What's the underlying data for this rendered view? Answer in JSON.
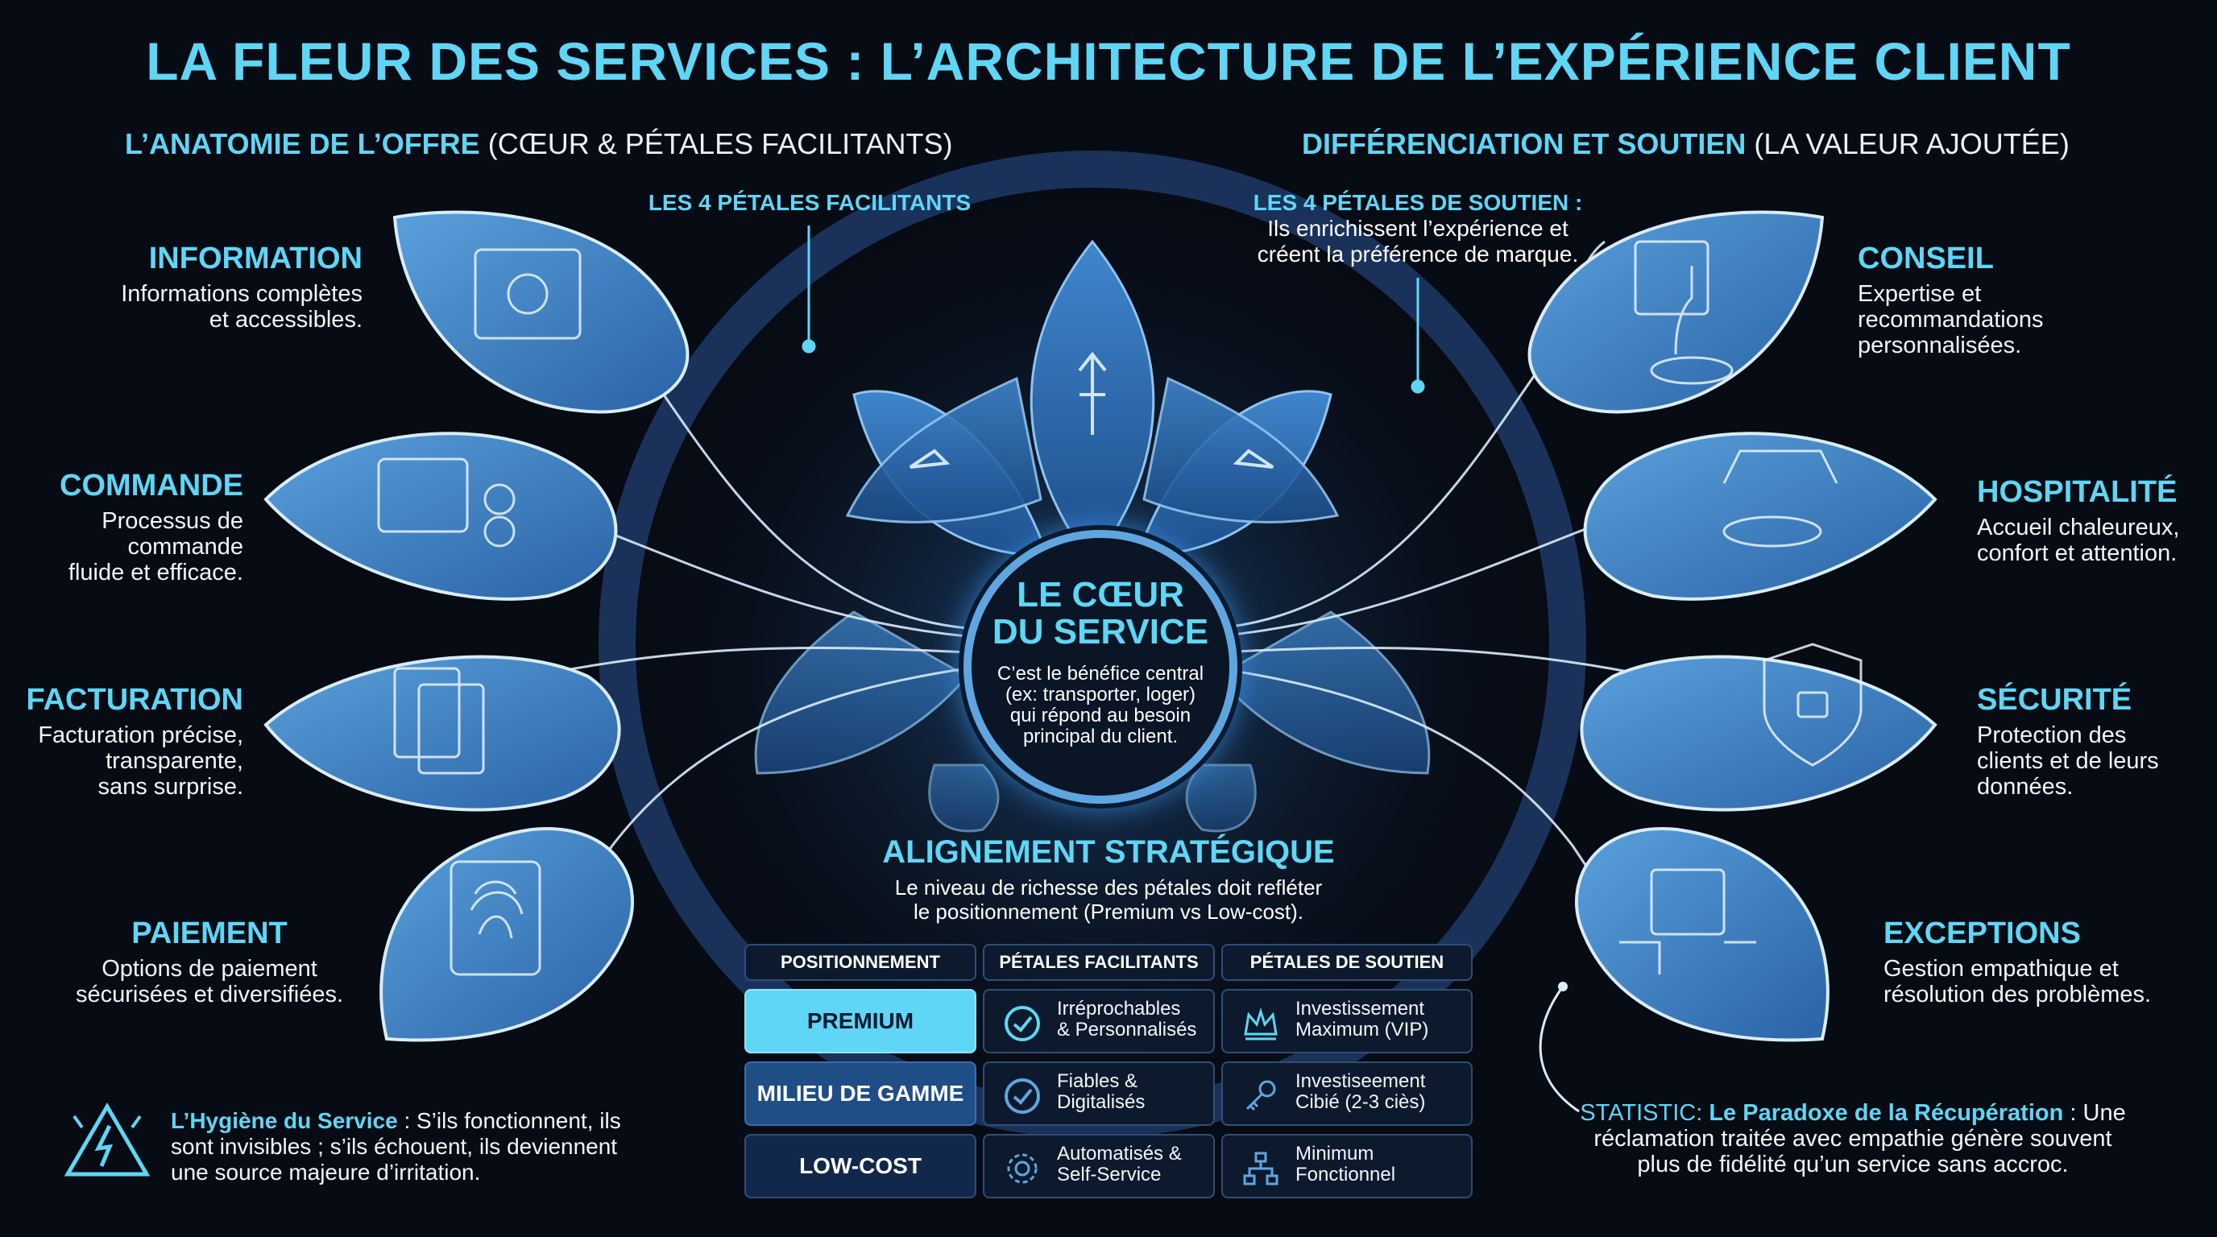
{
  "header": {
    "title": "LA FLEUR DES SERVICES : L’ARCHITECTURE DE L’EXPÉRIENCE CLIENT",
    "left_heading_bold": "L’ANATOMIE DE L’OFFRE",
    "left_heading_rest": "(CŒUR & PÉTALES FACILITANTS)",
    "right_heading_bold": "DIFFÉRENCIATION ET SOUTIEN",
    "right_heading_rest": "(LA VALEUR AJOUTÉE)"
  },
  "callouts": {
    "facilitating": "LES 4 PÉTALES FACILITANTS",
    "support_title": "LES 4 PÉTALES DE SOUTIEN :",
    "support_line1": "Ils enrichissent l’expérience et",
    "support_line2": "créent la préférence de marque."
  },
  "left_petals": [
    {
      "title": "INFORMATION",
      "line1": "Informations complètes",
      "line2": "et accessibles.",
      "line3": "",
      "icon": "information-dashboard-icon"
    },
    {
      "title": "COMMANDE",
      "line1": "Processus de",
      "line2": "commande",
      "line3": "fluide et efficace.",
      "icon": "order-shop-icon"
    },
    {
      "title": "FACTURATION",
      "line1": "Facturation précise,",
      "line2": "transparente,",
      "line3": "sans surprise.",
      "icon": "invoice-documents-icon"
    },
    {
      "title": "PAIEMENT",
      "line1": "Options de paiement",
      "line2": "sécurisées et diversifiées.",
      "line3": "",
      "icon": "fingerprint-wallet-icon"
    }
  ],
  "right_petals": [
    {
      "title": "CONSEIL",
      "line1": "Expertise et",
      "line2": "recommandations",
      "line3": "personnalisées.",
      "icon": "advisor-hologram-icon"
    },
    {
      "title": "HOSPITALITÉ",
      "line1": "Accueil chaleureux,",
      "line2": "confort et attention.",
      "line3": "",
      "icon": "lounge-hearts-icon"
    },
    {
      "title": "SÉCURITÉ",
      "line1": "Protection des",
      "line2": "clients et de leurs",
      "line3": "données.",
      "icon": "shield-lock-icon"
    },
    {
      "title": "EXCEPTIONS",
      "line1": "Gestion empathique et",
      "line2": "résolution des problèmes.",
      "line3": "",
      "icon": "network-resolution-icon"
    }
  ],
  "heart": {
    "title1": "LE CŒUR",
    "title2": "DU SERVICE",
    "line1": "C’est le bénéfice central",
    "line2": "(ex: transporter, loger)",
    "line3": "qui répond au besoin",
    "line4": "principal du client."
  },
  "alignment": {
    "title": "ALIGNEMENT STRATÉGIQUE",
    "line1": "Le niveau de richesse des pétales doit refléter",
    "line2": "le positionnement (Premium vs Low-cost)."
  },
  "table": {
    "headers": [
      "POSITIONNEMENT",
      "PÉTALES FACILITANTS",
      "PÉTALES DE SOUTIEN"
    ],
    "rows": [
      {
        "level": "PREMIUM",
        "fac1": "Irréprochables",
        "fac2": "& Personnalisés",
        "fac_icon": "check-circle-icon",
        "sup1": "Investissement",
        "sup2": "Maximum (VIP)",
        "sup_icon": "crown-icon"
      },
      {
        "level": "MILIEU DE GAMME",
        "fac1": "Fiables &",
        "fac2": "Digitalisés",
        "fac_icon": "check-circle-icon",
        "sup1": "Investiseement",
        "sup2": "Cibié (2-3 ciès)",
        "sup_icon": "key-icon"
      },
      {
        "level": "LOW-COST",
        "fac1": "Automatisés &",
        "fac2": "Self-Service",
        "fac_icon": "gear-icon",
        "sup1": "Minimum",
        "sup2": "Fonctionnel",
        "sup_icon": "hierarchy-icon"
      }
    ]
  },
  "hygiene": {
    "bold": "L’Hygiène du Service",
    "rest1": " : S’ils fonctionnent, ils",
    "line2": "sont invisibles ; s’ils échouent, ils deviennent",
    "line3": "une source majeure d’irritation."
  },
  "paradox": {
    "stat_label": "STATISTIC:",
    "bold": "Le Paradoxe de la Récupération",
    "rest1": " : Une",
    "line2": "réclamation traitée avec empathie génère souvent",
    "line3": "plus de fidélité qu’un service sans accroc."
  },
  "colors": {
    "background": "#070b14",
    "accent": "#5fd6f5",
    "petal": "#4a8fd0",
    "petal_dark": "#2c6db0",
    "premium": "#5fd6f5"
  }
}
